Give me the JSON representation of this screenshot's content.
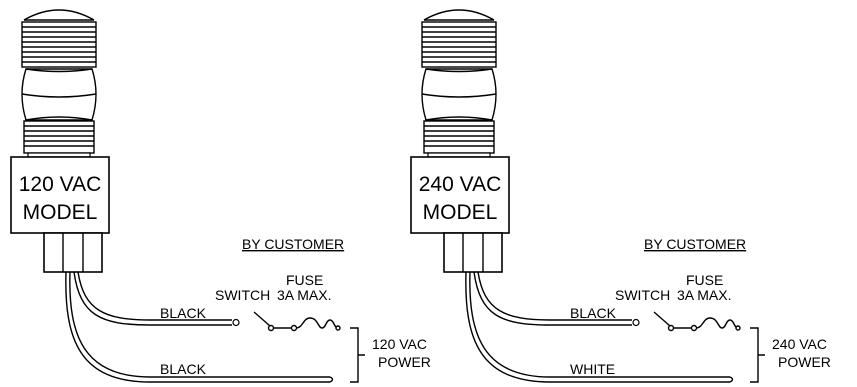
{
  "left": {
    "model_line1": "120 VAC",
    "model_line2": "MODEL",
    "by_customer": "BY CUSTOMER",
    "fuse": "FUSE",
    "fuse_rating": "3A MAX.",
    "switch": "SWITCH",
    "wire1": "BLACK",
    "wire2": "BLACK",
    "power_line1": "120 VAC",
    "power_line2": "POWER"
  },
  "right": {
    "model_line1": "240 VAC",
    "model_line2": "MODEL",
    "by_customer": "BY CUSTOMER",
    "fuse": "FUSE",
    "fuse_rating": "3A MAX.",
    "switch": "SWITCH",
    "wire1": "BLACK",
    "wire2": "WHITE",
    "power_line1": "240 VAC",
    "power_line2": "POWER"
  }
}
